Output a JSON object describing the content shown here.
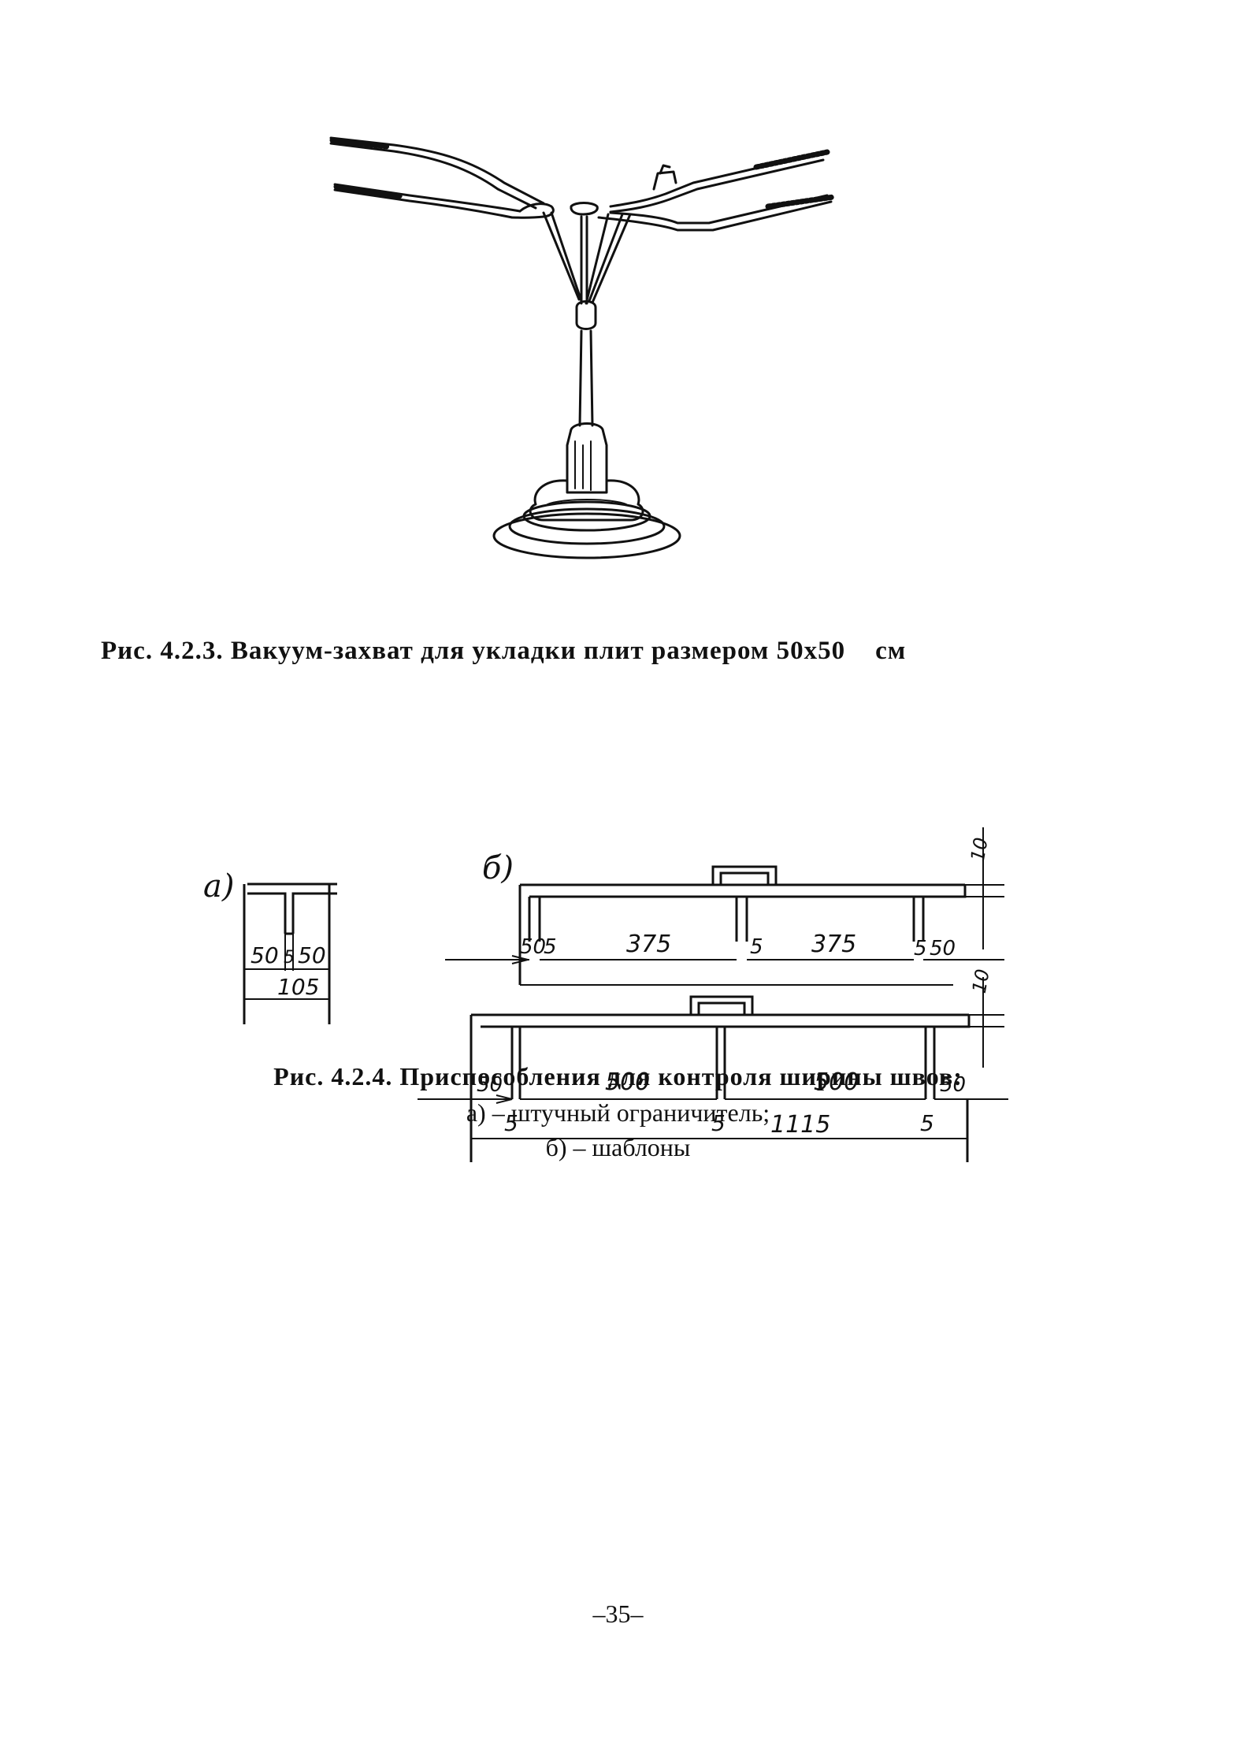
{
  "figure_1": {
    "caption": "Рис. 4.2.3. Вакуум-захват для укладки плит размером 50x50",
    "caption_unit": "см"
  },
  "figure_2": {
    "caption": "Рис. 4.2.4. Приспособления для контроля ширины швов:",
    "item_a": "а) – штучный ограничитель;",
    "item_b": "б) – шаблоны",
    "drawing_a": {
      "label": "а)",
      "dims": {
        "left": "50",
        "gap": "5",
        "right": "50",
        "total": "105"
      }
    },
    "drawing_b": {
      "label": "б)",
      "top_template": {
        "thickness": "10",
        "dims": [
          "50",
          "5",
          "375",
          "5",
          "375",
          "5",
          "50"
        ]
      },
      "bottom_template": {
        "thickness": "10",
        "dims": [
          "50",
          "500",
          "500",
          "50"
        ],
        "gaps": [
          "5",
          "5",
          "5"
        ],
        "total": "1115"
      }
    }
  },
  "page_number": "–35–"
}
